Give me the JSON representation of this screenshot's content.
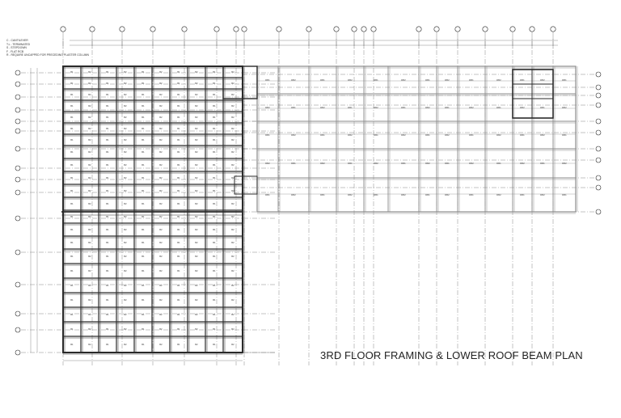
{
  "drawing": {
    "title": "3RD FLOOR FRAMING & LOWER ROOF BEAM PLAN"
  },
  "legend": {
    "items": [
      "C - CANTILEVER",
      "T.L - TERMINATED",
      "S - STEPDOWN",
      "F - FLAT RCB",
      "R - REQUIRE UNCAPPED FOR PRECEDING PLASTER COLUMN"
    ]
  },
  "beam_tags": [
    "B1",
    "B2",
    "RB1",
    "RB2",
    "2-B2"
  ],
  "colors": {
    "line": "#2a2a2a",
    "light_line": "#8a8a8a",
    "grid_dash": "#555555",
    "paper": "#ffffff"
  }
}
